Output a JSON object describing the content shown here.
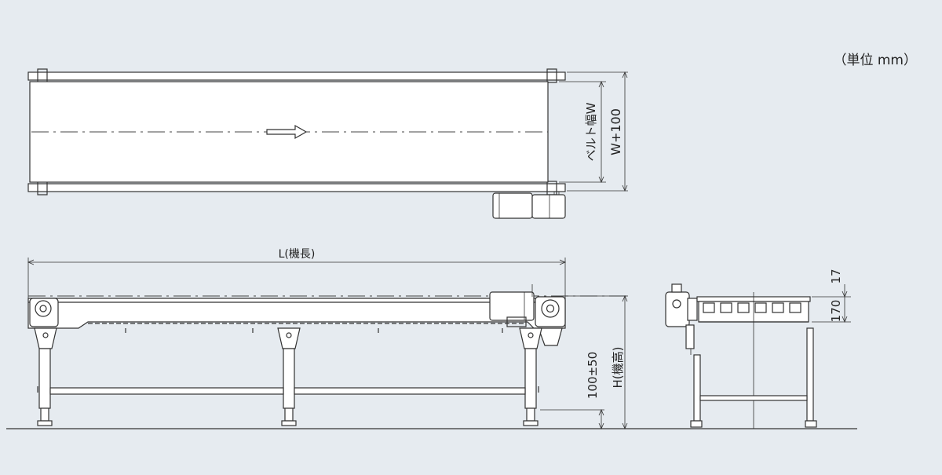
{
  "unit_label": "（単位 mm）",
  "top_view": {
    "belt_width_label": "ベルト幅W",
    "overall_width_label": "W+100"
  },
  "side_view": {
    "length_label": "L(機長)",
    "height_label": "H(機高)",
    "adjust_label": "100±50"
  },
  "end_view": {
    "dim_top": "17",
    "dim_frame": "170"
  }
}
